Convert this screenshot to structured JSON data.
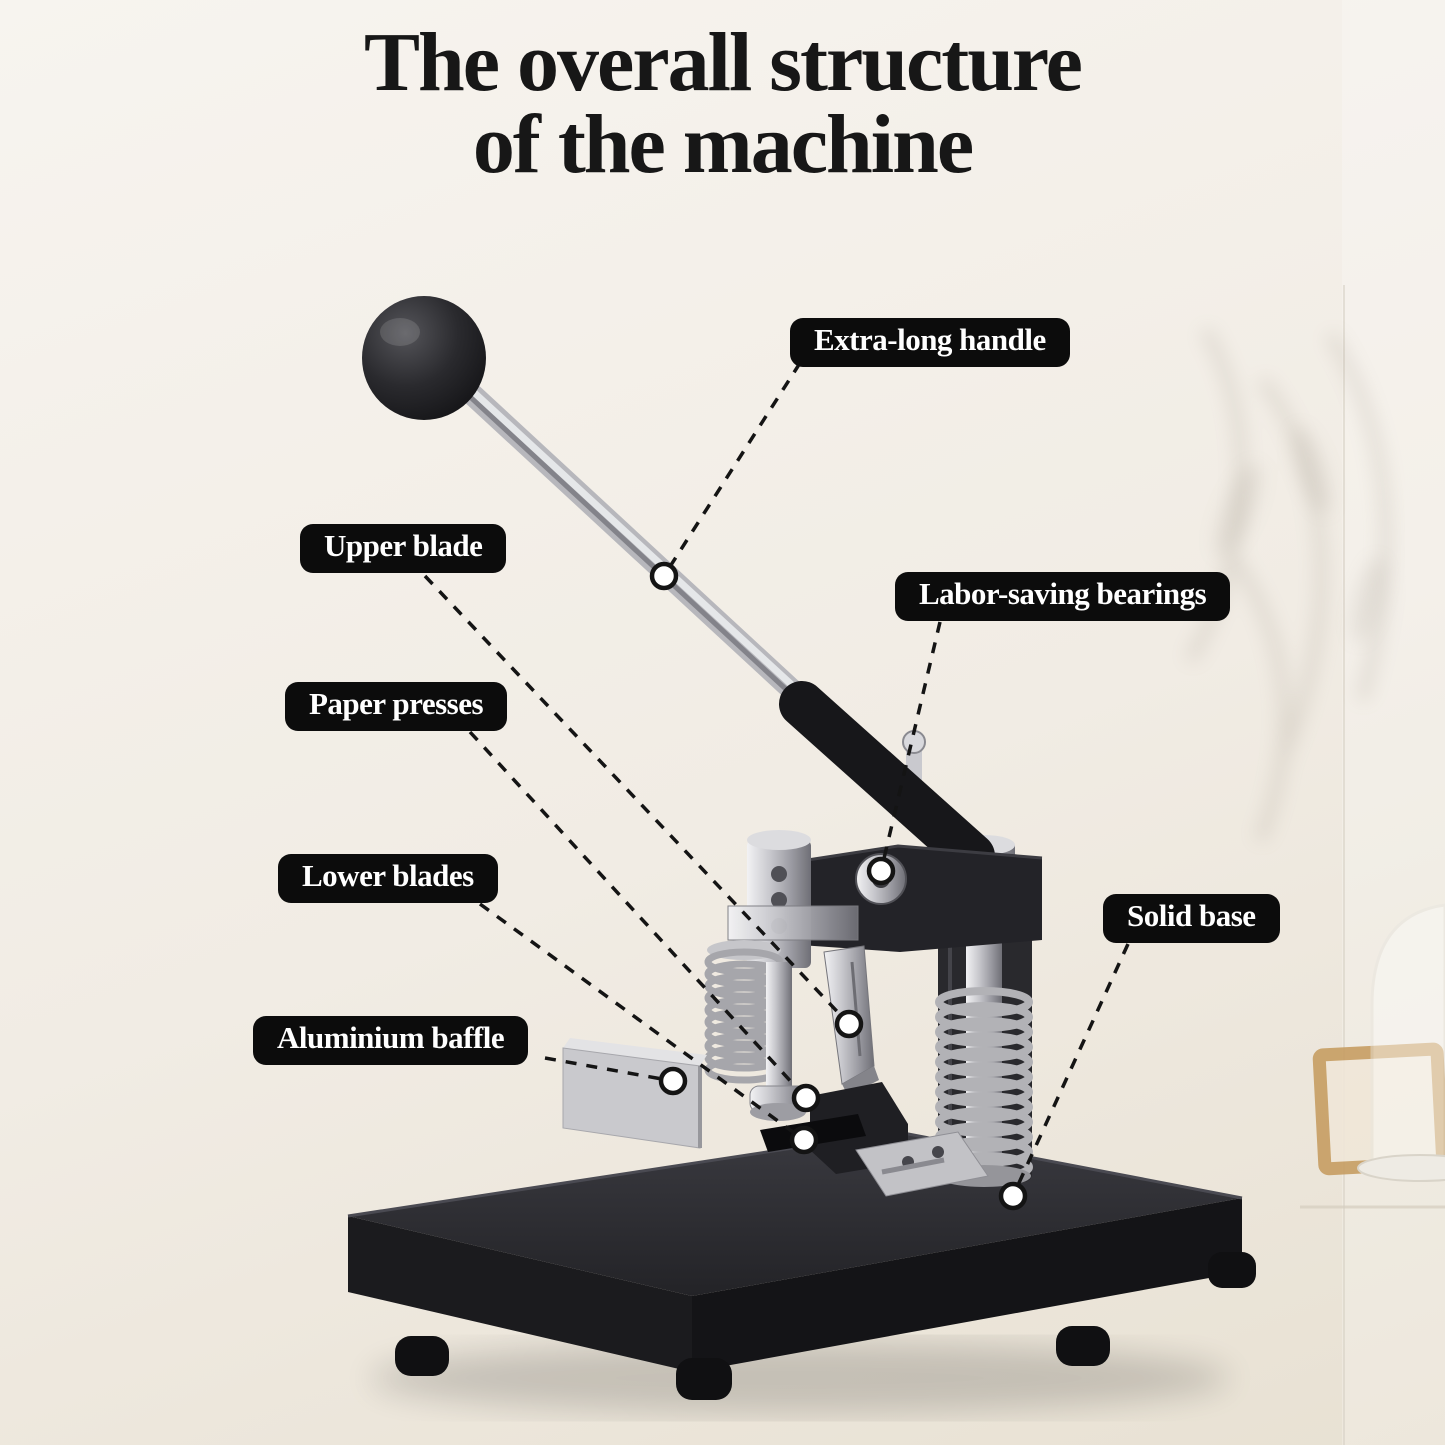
{
  "title": {
    "line1": "The overall structure",
    "line2": "of the machine"
  },
  "labels": {
    "extra_long_handle": "Extra-long handle",
    "upper_blade": "Upper blade",
    "labor_saving_bearings": "Labor-saving bearings",
    "paper_presses": "Paper presses",
    "lower_blades": "Lower blades",
    "solid_base": "Solid base",
    "aluminium_baffle": "Aluminium baffle"
  },
  "colors": {
    "background": "#f1ece4",
    "label_bg": "#0c0c0c",
    "label_text": "#ffffff",
    "title_color": "#171717",
    "machine_dark": "#202024",
    "metal_light": "#c9c9ce"
  }
}
